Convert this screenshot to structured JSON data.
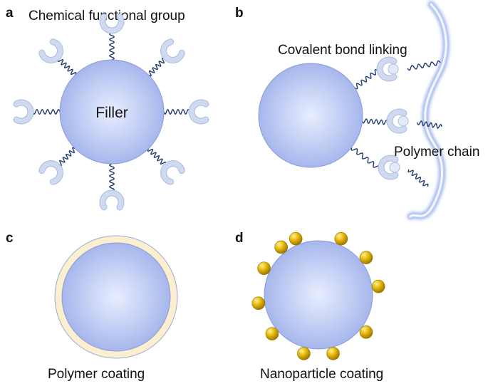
{
  "panels": {
    "a": {
      "letter": "a",
      "title": "Chemical functional group",
      "center_label": "Filler"
    },
    "b": {
      "letter": "b",
      "title": "Covalent bond linking",
      "chain_label": "Polymer chain"
    },
    "c": {
      "letter": "c",
      "caption": "Polymer coating"
    },
    "d": {
      "letter": "d",
      "caption": "Nanoparticle coating"
    }
  },
  "colors": {
    "filler_center": "#dfe6fb",
    "filler_edge": "#a6b6ec",
    "filler_stroke": "#8a9bd6",
    "group_fill": "#cfdaf0",
    "group_stroke": "#a9bcdc",
    "linker": "#1f3a6e",
    "chain_core": "#eef3ff",
    "chain_glow": "#8aa6e8",
    "coating_shell": "#fbefcf",
    "coating_stroke": "#9aaad6",
    "nanoparticle": "#e5b90a",
    "nanoparticle_edge": "#9a7400"
  }
}
